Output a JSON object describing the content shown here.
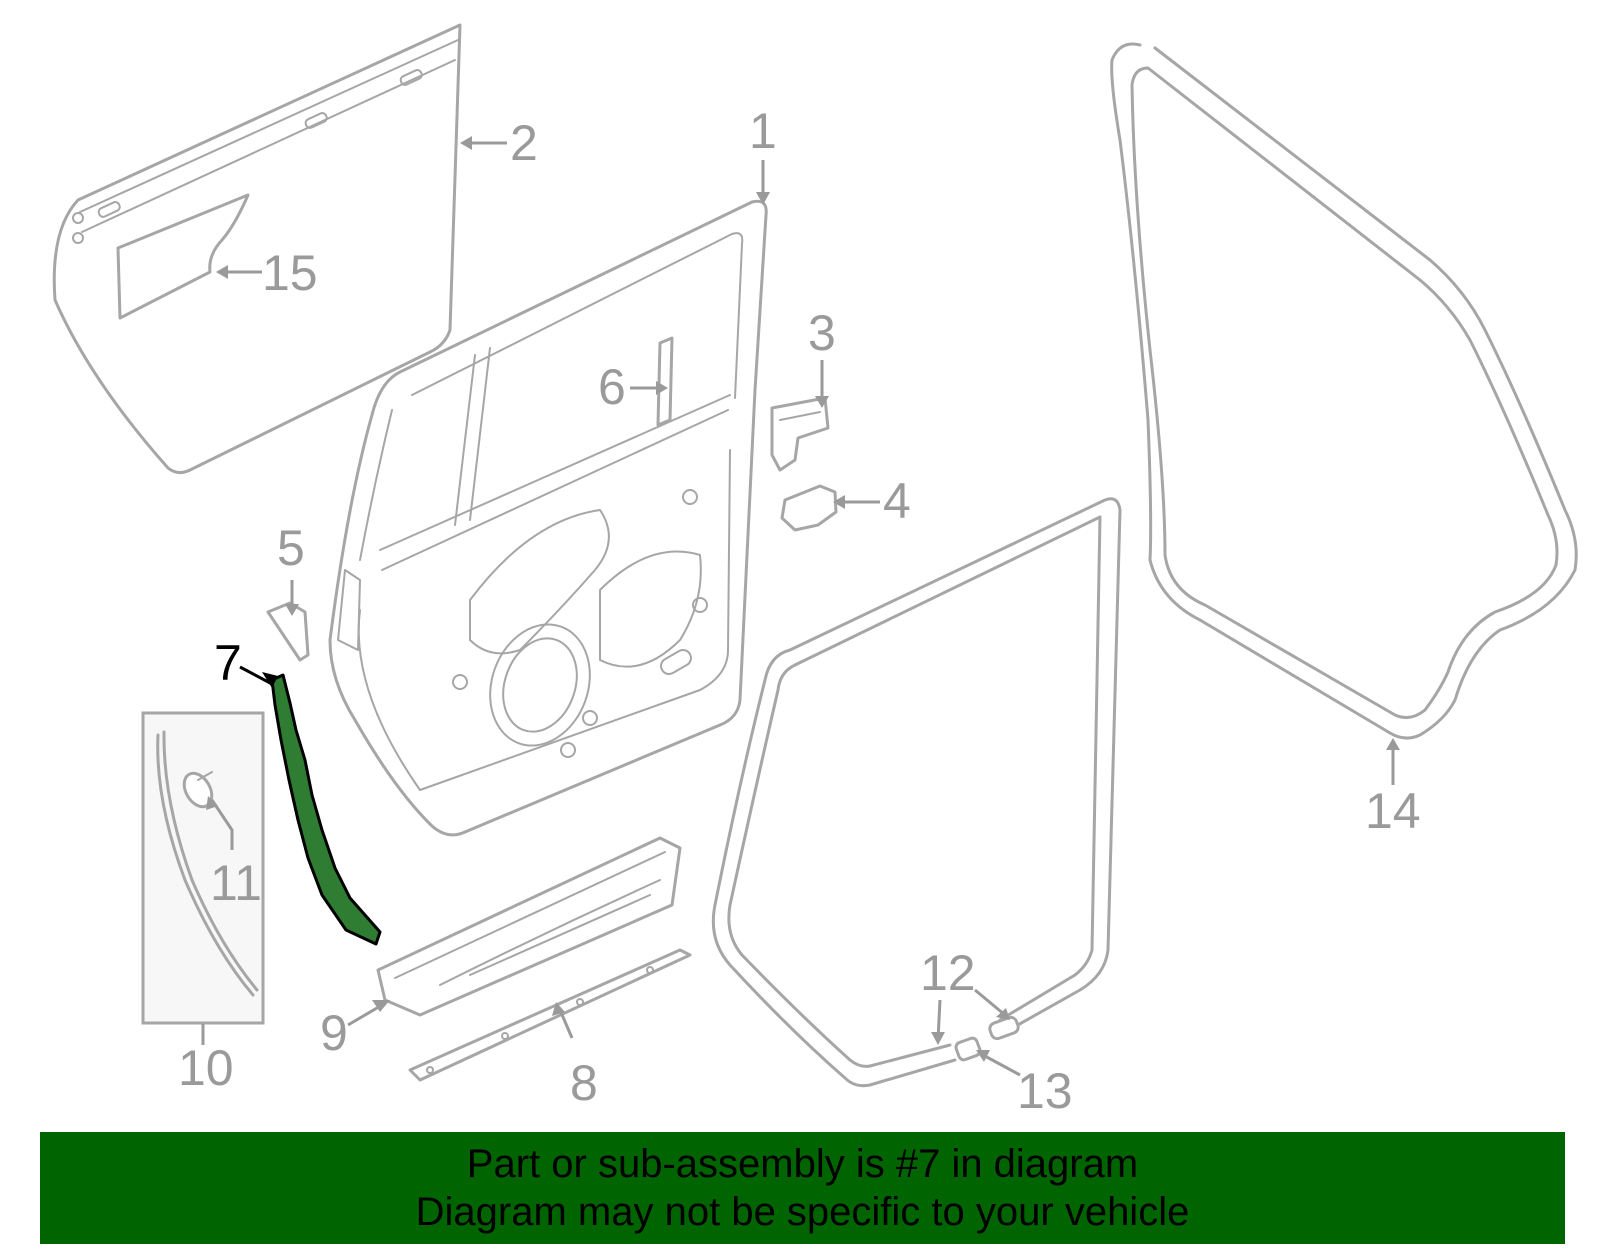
{
  "diagram": {
    "highlighted_part": "7",
    "highlight_color": "#2e7d32",
    "banner_color": "#006400",
    "callouts": [
      "1",
      "2",
      "3",
      "4",
      "5",
      "6",
      "7",
      "8",
      "9",
      "10",
      "11",
      "12",
      "13",
      "14",
      "15"
    ]
  },
  "banner": {
    "line1": "Part or sub-assembly is #7 in diagram",
    "line2": "Diagram may not be specific to your vehicle"
  }
}
